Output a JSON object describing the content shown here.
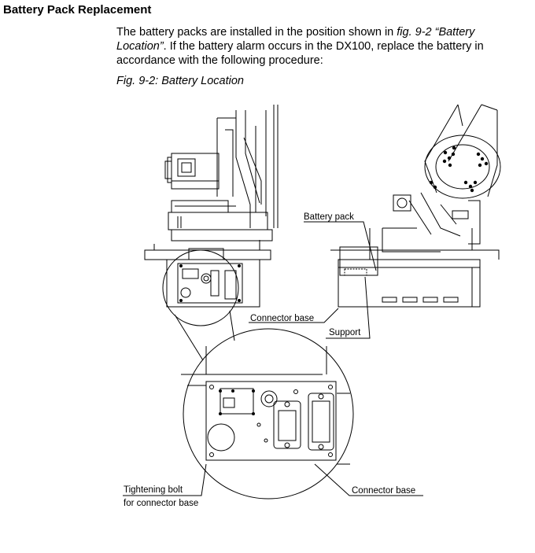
{
  "heading": "Battery Pack Replacement",
  "paragraph": {
    "t1": "The battery packs are installed in the position shown in ",
    "ref": "fig. 9-2  “Battery Location”",
    "t2": ".  If the battery alarm occurs in the DX100, replace the battery in accordance with the following procedure:"
  },
  "caption": "Fig. 9-2: Battery Location",
  "callouts": {
    "battery_pack": "Battery pack",
    "connector_base_top": "Connector base",
    "support": "Support",
    "tightening_bolt_1": "Tightening bolt",
    "tightening_bolt_2": "for connector base",
    "connector_base_bottom": "Connector base"
  }
}
